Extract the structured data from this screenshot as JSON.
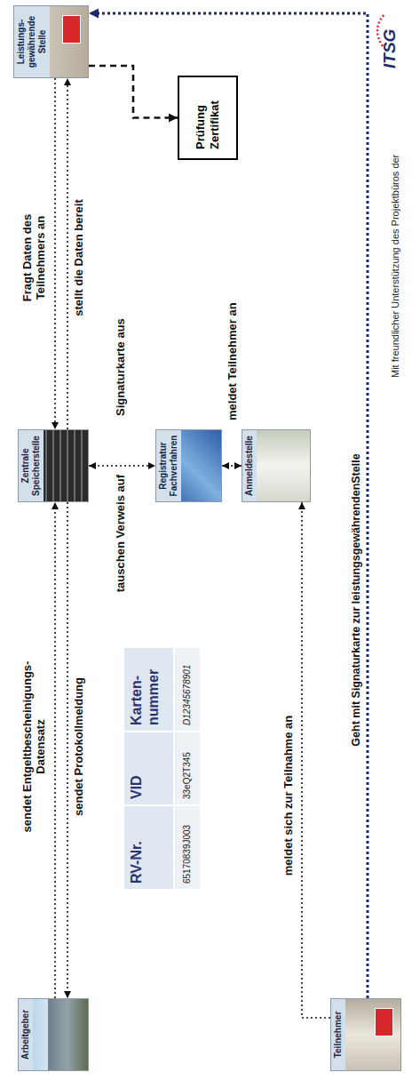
{
  "diagram": {
    "nodes": [
      {
        "text": [
          "Arbeitgeber"
        ]
      },
      {
        "text": [
          "Teilnehmer"
        ]
      },
      {
        "text": [
          "Zentrale Speicherstelle"
        ]
      },
      {
        "text": [
          "Registratur Fachverfahren"
        ]
      },
      {
        "text": [
          "Anmeldestelle"
        ]
      },
      {
        "text": [
          "Leistungs- gewährende Stelle"
        ]
      },
      {
        "text": [
          "Prüfung Zertifikat"
        ]
      }
    ],
    "edges": [
      {
        "from": 0,
        "to": 2,
        "label": "sendet Entgeltbescheinigungs- Datensatz",
        "arrow": "to"
      },
      {
        "from": 2,
        "to": 0,
        "label": "sendet Protokollmeldung",
        "arrow": "to"
      },
      {
        "from": 2,
        "to": 3,
        "label": "tauschen Verweis auf",
        "arrow": "both"
      },
      {
        "from": 5,
        "to": 2,
        "label": "Fragt Daten des Teilnehmers an",
        "arrow": "to"
      },
      {
        "from": 2,
        "to": 5,
        "label": "stellt die Daten bereit",
        "arrow": "to"
      },
      {
        "from": 3,
        "to": 4,
        "label": "meldet Teilnehmer an",
        "arrow": "both"
      },
      {
        "from": 1,
        "to": 4,
        "label": "meldet sich zur Teilnahme an",
        "arrow": "to"
      },
      {
        "from": 5,
        "to": 6,
        "arrow": "to"
      },
      {
        "from": 1,
        "to": 5,
        "label": "Geht mit Signaturkarte zur leistungsgewährendenStelle",
        "arrow": "to"
      }
    ],
    "labels": [
      "Signaturkarte aus",
      "RV-Nr.",
      "VID",
      "Karten- nummer",
      "65170839J003",
      "33eQ2T345",
      "D12345678901",
      "Mit freundlicher Unterstützung des Projektbüros der",
      "ITSG"
    ]
  }
}
